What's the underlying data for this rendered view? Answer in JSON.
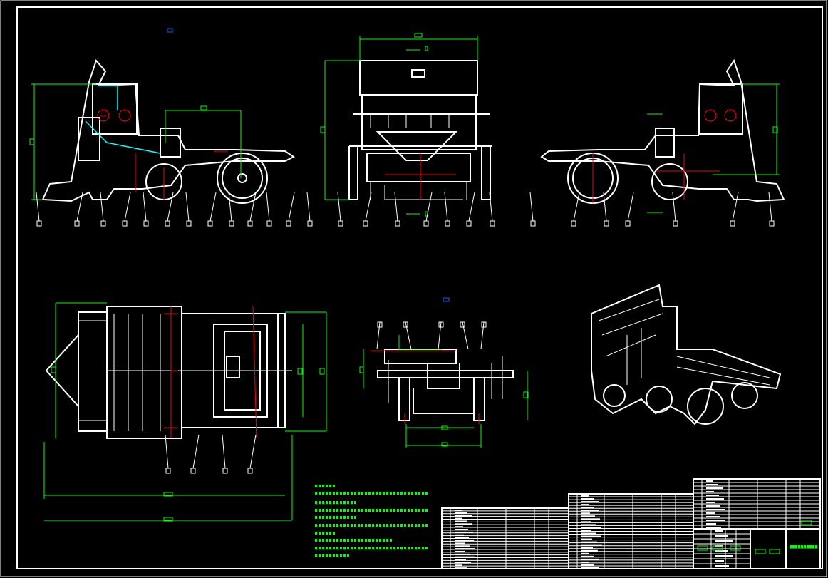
{
  "colors": {
    "background": "#000000",
    "outline": "#ffffff",
    "dimension": "#00ff00",
    "centerline": "#ff0000",
    "accent": "#00ffff",
    "marker": "#0066ff"
  },
  "views": [
    "side-view-left",
    "front-view",
    "side-view-right",
    "top-view",
    "detail-view",
    "isometric-view"
  ],
  "balloon_counts": {
    "side-view-left": 14,
    "front-view": 7,
    "side-view-right": 6,
    "top-view": 4,
    "detail-view": 5
  },
  "notes_lines": 7,
  "title_block": {
    "sheet": "1"
  }
}
